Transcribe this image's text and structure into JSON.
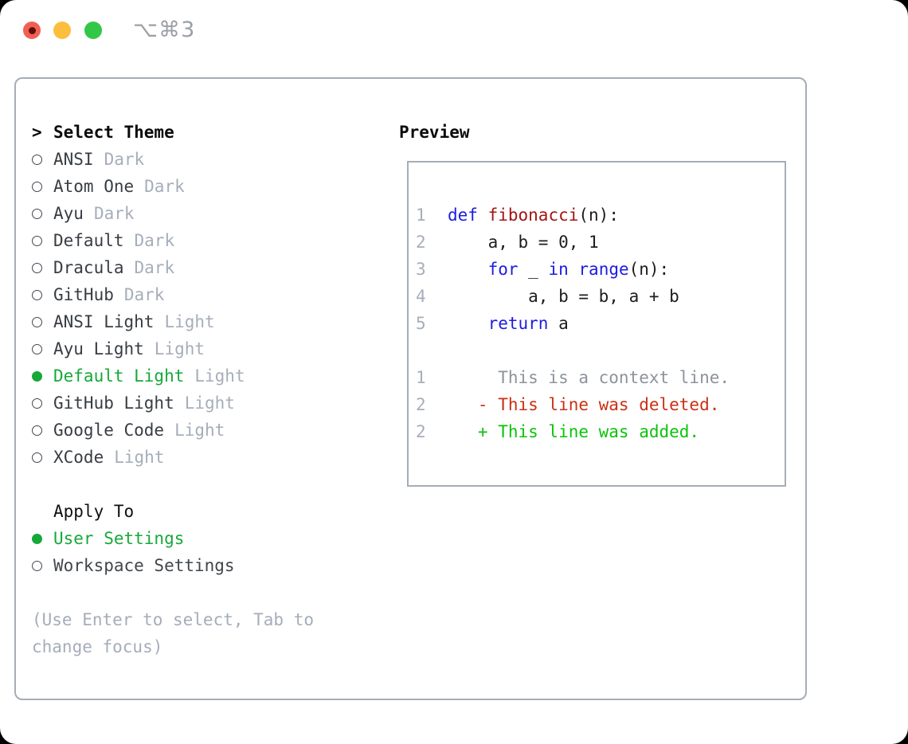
{
  "window": {
    "titlebar": {
      "shortcut": "⌥⌘3",
      "traffic_lights": {
        "close": "#f25f52",
        "minimize": "#fcbe3d",
        "zoom": "#33c748"
      }
    }
  },
  "theme_selector": {
    "cursor": ">",
    "heading": "Select Theme",
    "items": [
      {
        "name": "ANSI",
        "variant": "Dark",
        "selected": false
      },
      {
        "name": "Atom One",
        "variant": "Dark",
        "selected": false
      },
      {
        "name": "Ayu",
        "variant": "Dark",
        "selected": false
      },
      {
        "name": "Default",
        "variant": "Dark",
        "selected": false
      },
      {
        "name": "Dracula",
        "variant": "Dark",
        "selected": false
      },
      {
        "name": "GitHub",
        "variant": "Dark",
        "selected": false
      },
      {
        "name": "ANSI Light",
        "variant": "Light",
        "selected": false
      },
      {
        "name": "Ayu Light",
        "variant": "Light",
        "selected": false
      },
      {
        "name": "Default Light",
        "variant": "Light",
        "selected": true
      },
      {
        "name": "GitHub Light",
        "variant": "Light",
        "selected": false
      },
      {
        "name": "Google Code",
        "variant": "Light",
        "selected": false
      },
      {
        "name": "XCode",
        "variant": "Light",
        "selected": false
      }
    ]
  },
  "apply_to": {
    "heading": "Apply To",
    "options": [
      {
        "label": "User Settings",
        "selected": true
      },
      {
        "label": "Workspace Settings",
        "selected": false
      }
    ]
  },
  "hint": "(Use Enter to select, Tab to change focus)",
  "preview": {
    "heading": "Preview",
    "code_lines": [
      {
        "num": "1",
        "segments": [
          {
            "text": "def",
            "style": "kw"
          },
          {
            "text": " ",
            "style": "plain"
          },
          {
            "text": "fibonacci",
            "style": "fn"
          },
          {
            "text": "(n):",
            "style": "plain"
          }
        ]
      },
      {
        "num": "2",
        "segments": [
          {
            "text": "    a, b = 0, 1",
            "style": "plain"
          }
        ]
      },
      {
        "num": "3",
        "segments": [
          {
            "text": "    ",
            "style": "plain"
          },
          {
            "text": "for",
            "style": "kw"
          },
          {
            "text": " _ ",
            "style": "plain"
          },
          {
            "text": "in",
            "style": "kw"
          },
          {
            "text": " ",
            "style": "plain"
          },
          {
            "text": "range",
            "style": "kw"
          },
          {
            "text": "(n):",
            "style": "plain"
          }
        ]
      },
      {
        "num": "4",
        "segments": [
          {
            "text": "        a, b = b, a + b",
            "style": "plain"
          }
        ]
      },
      {
        "num": "5",
        "segments": [
          {
            "text": "    ",
            "style": "plain"
          },
          {
            "text": "return",
            "style": "kw"
          },
          {
            "text": " a",
            "style": "plain"
          }
        ]
      }
    ],
    "diff_lines": [
      {
        "num": "1",
        "prefix": "     ",
        "text": "This is a context line.",
        "style": "context"
      },
      {
        "num": "2",
        "prefix": "   - ",
        "text": "This line was deleted.",
        "style": "deleted"
      },
      {
        "num": "2",
        "prefix": "   + ",
        "text": "This line was added.",
        "style": "added"
      }
    ]
  },
  "colors": {
    "selected_green": "#17a83a",
    "keyword_blue": "#1c1ce2",
    "function_red": "#a41414",
    "diff_deleted_red": "#cb3015",
    "diff_added_green": "#0bc20b",
    "muted_gray": "#a6aeba",
    "panel_border": "#a6adb7"
  }
}
